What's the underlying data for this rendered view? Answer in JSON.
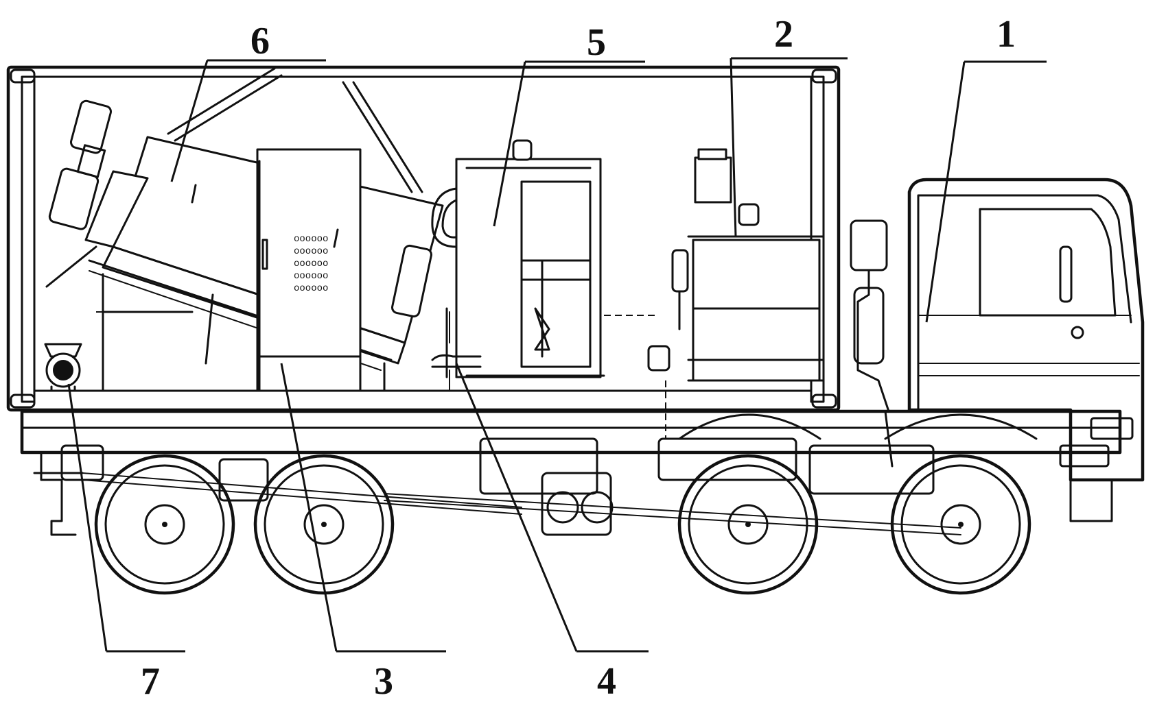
{
  "callouts": {
    "c1": "1",
    "c2": "2",
    "c3": "3",
    "c4": "4",
    "c5": "5",
    "c6": "6",
    "c7": "7"
  },
  "panel_marks": [
    "oooooo",
    "oooooo",
    "oooooo",
    "oooooo",
    "oooooo"
  ],
  "icons": {
    "truck": "truck-icon",
    "wheel": "wheel-icon"
  }
}
